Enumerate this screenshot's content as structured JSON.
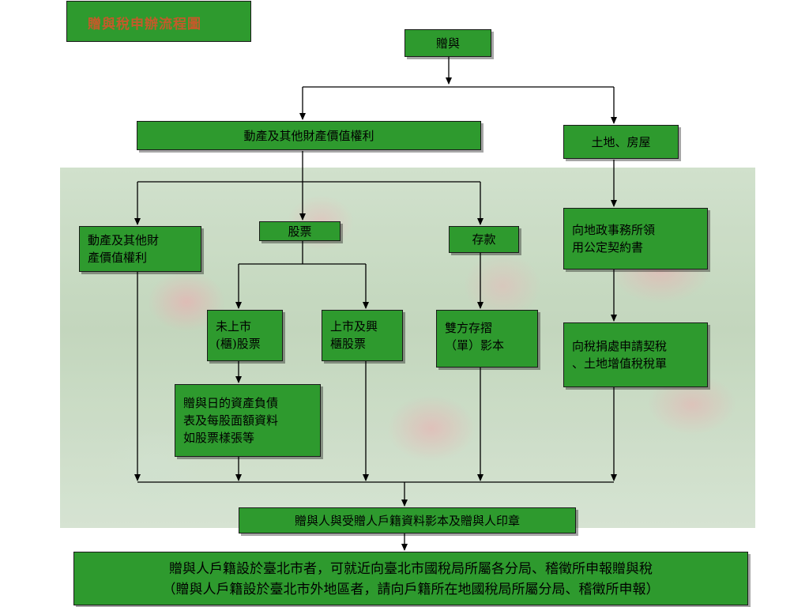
{
  "title": "贈與稅申辦流程圖",
  "nodes": {
    "gift": "贈與",
    "movable": "動產及其他財產價值權利",
    "land": "土地、房屋",
    "movable_sub": "動產及其他財\n產價值權利",
    "stock": "股票",
    "deposit": "存款",
    "land_office": "向地政事務所領\n用公定契約書",
    "unlisted": "未上市\n(櫃)股票",
    "listed": "上市及興\n櫃股票",
    "deposit_copy": "雙方存摺\n（單）影本",
    "tax_office": "向稅捐處申請契稅\n、土地增值稅稅單",
    "balance_sheet": "贈與日的資產負債\n表及每股面額資料\n如股票樣張等",
    "id_docs": "贈與人與受贈人戶籍資料影本及贈與人印章",
    "final": "贈與人戶籍設於臺北市者，可就近向臺北市國稅局所屬各分局、稽徵所申報贈與稅\n（贈與人戶籍設於臺北市外地區者，請向戶籍所在地國稅局所屬分局、稽徵所申報）"
  },
  "colors": {
    "box_fill": "#2e9a2e",
    "title_text": "#c45a2a",
    "line": "#000000"
  }
}
